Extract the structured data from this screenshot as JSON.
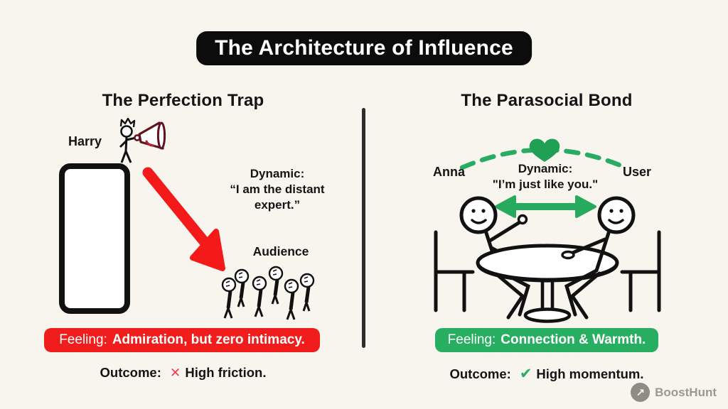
{
  "title": "The Architecture of Influence",
  "left": {
    "heading": "The Perfection Trap",
    "speaker_label": "Harry",
    "dynamic_heading": "Dynamic:",
    "dynamic_quote_line1": "“I am the distant",
    "dynamic_quote_line2": "expert.”",
    "audience_label": "Audience",
    "feeling_prefix": "Feeling:",
    "feeling_highlight": "Admiration, but zero intimacy.",
    "outcome_label": "Outcome:",
    "outcome_mark": "✕",
    "outcome_text": "High friction.",
    "banner_color": "#f11c1c",
    "arrow_color": "#f51a1a",
    "icons": [
      "crown-icon",
      "megaphone-icon",
      "down-right-arrow-icon",
      "cross-mark-icon"
    ]
  },
  "right": {
    "heading": "The Parasocial Bond",
    "person_left_label": "Anna",
    "person_right_label": "User",
    "dynamic_heading": "Dynamic:",
    "dynamic_quote": "\"I’m just like you.\"",
    "feeling_prefix": "Feeling:",
    "feeling_highlight": "Connection & Warmth.",
    "outcome_label": "Outcome:",
    "outcome_mark": "✔",
    "outcome_text": "High momentum.",
    "banner_color": "#27ae60",
    "heart_color": "#1fa055",
    "icons": [
      "heart-icon",
      "dashed-arc",
      "double-arrow-icon",
      "check-mark-icon"
    ]
  },
  "footer": {
    "brand_name": "BoostHunt",
    "brand_icon_glyph": "↗"
  }
}
